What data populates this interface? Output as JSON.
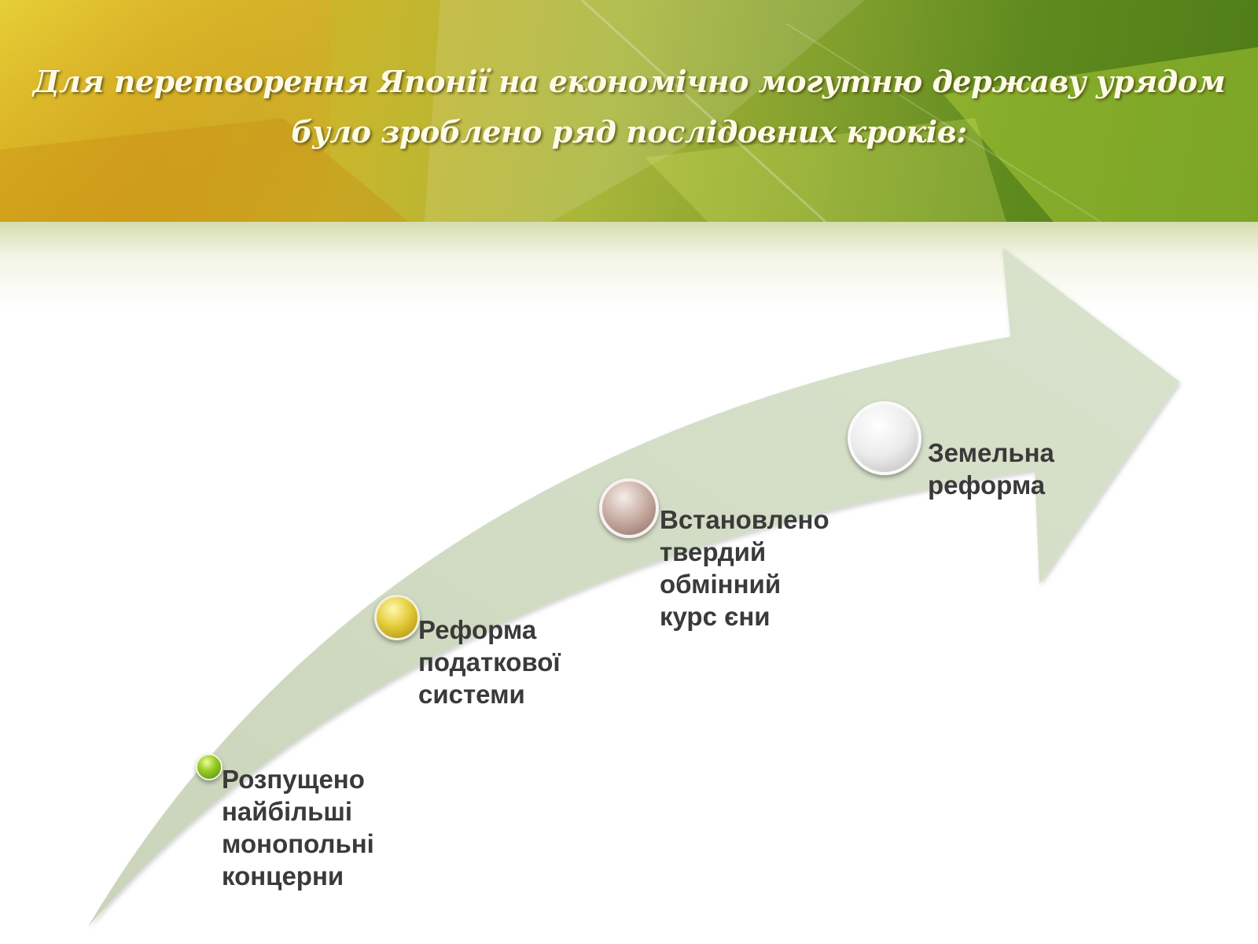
{
  "slide": {
    "title": "Для перетворення Японії на економічно могутню державу урядом було зроблено ряд послідовних кроків:"
  },
  "steps": [
    {
      "label": "Розпущено\nнайбільші\nмонопольні\nконцерни",
      "orb_color": "#8fc11e"
    },
    {
      "label": "Реформа\nподаткової\nсистеми",
      "orb_color": "#d8c034"
    },
    {
      "label": "Встановлено\nтвердий\nобмінний\nкурс єни",
      "orb_color": "#b89c92"
    },
    {
      "label": "Земельна\nреформа",
      "orb_color": "#e6e6e6"
    }
  ],
  "colors": {
    "arrow": "#d2dcc4",
    "text": "#3a3a3a",
    "title": "#fdfbe6"
  }
}
